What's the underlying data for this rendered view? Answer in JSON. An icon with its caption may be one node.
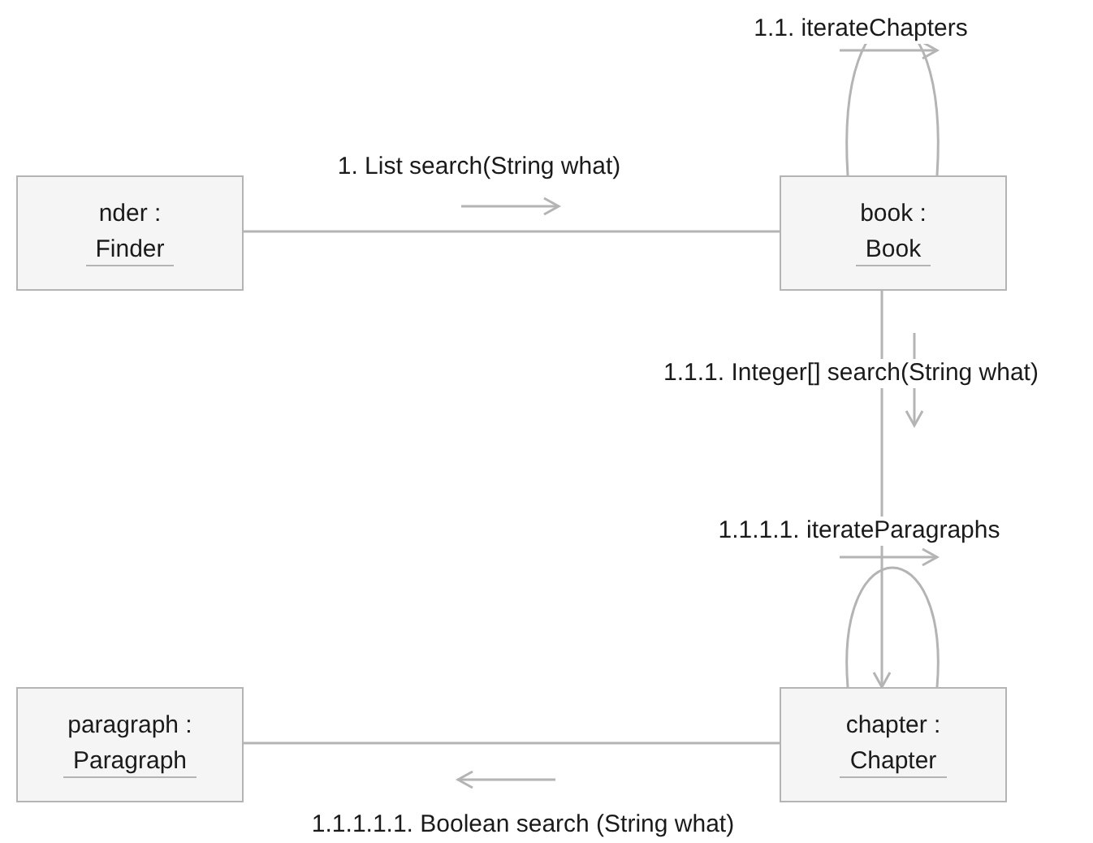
{
  "diagram": {
    "nodes": [
      {
        "text": [
          "nder :",
          "Finder"
        ]
      },
      {
        "text": [
          "book :",
          "Book"
        ]
      },
      {
        "text": [
          "paragraph :",
          "Paragraph"
        ]
      },
      {
        "text": [
          "chapter :",
          "Chapter"
        ]
      }
    ],
    "edges": [
      {
        "from": 0,
        "to": 1,
        "arrow": "none",
        "label": "1. List search(String what)"
      },
      {
        "from": 1,
        "to": 1,
        "arrow": "none",
        "label": "1.1. iterateChapters"
      },
      {
        "from": 1,
        "to": 3,
        "arrow": "to",
        "label": "1.1.1. Integer[] search(String what)"
      },
      {
        "from": 3,
        "to": 3,
        "arrow": "none",
        "label": "1.1.1.1. iterateParagraphs"
      },
      {
        "from": 3,
        "to": 2,
        "arrow": "none",
        "label": "1.1.1.1.1. Boolean search (String what)"
      }
    ]
  }
}
